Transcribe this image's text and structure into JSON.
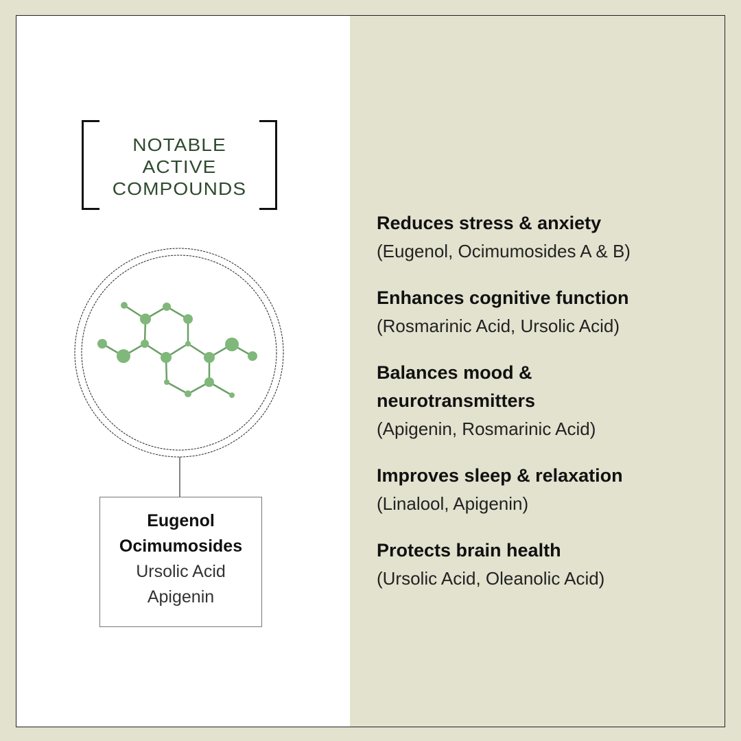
{
  "title": {
    "lines": [
      "NOTABLE",
      "ACTIVE",
      "COMPOUNDS"
    ]
  },
  "compounds": {
    "bold": [
      "Eugenol",
      "Ocimumosides"
    ],
    "regular": [
      "Ursolic Acid",
      "Apigenin"
    ]
  },
  "benefits": [
    {
      "heading": "Reduces stress & anxiety",
      "sources": "(Eugenol, Ocimumosides A & B)"
    },
    {
      "heading": "Enhances cognitive function",
      "sources": "(Rosmarinic Acid, Ursolic Acid)"
    },
    {
      "heading": "Balances mood & neurotransmitters",
      "sources": "(Apigenin, Rosmarinic Acid)"
    },
    {
      "heading": "Improves sleep & relaxation",
      "sources": "(Linalool, Apigenin)"
    },
    {
      "heading": "Protects brain health",
      "sources": "(Ursolic Acid, Oleanolic Acid)"
    }
  ],
  "colors": {
    "background": "#e3e2cf",
    "title": "#2f4a2f",
    "molecule": "#7fb87a",
    "bond": "#6a9f65"
  },
  "icons": {
    "molecule": "molecule-icon"
  }
}
